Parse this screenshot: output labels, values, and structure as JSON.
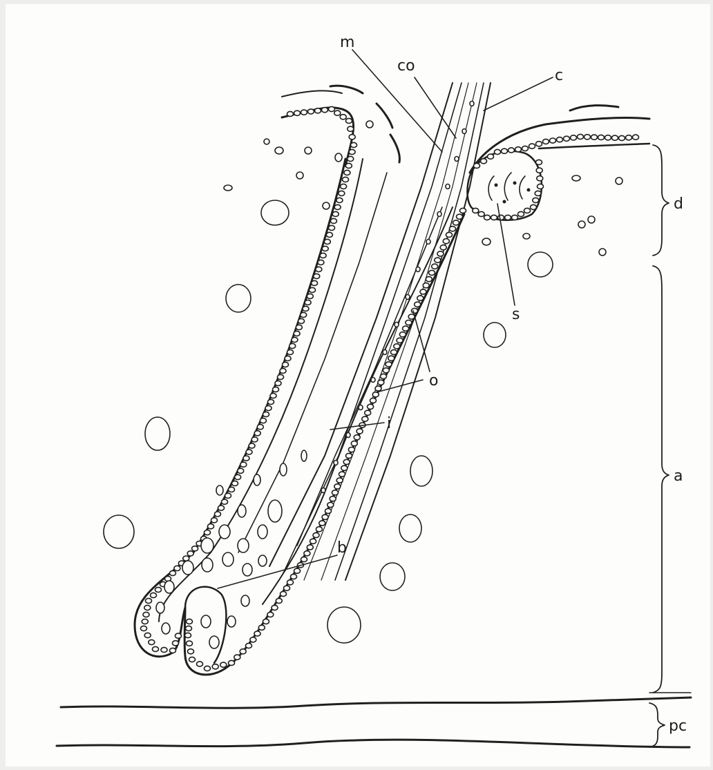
{
  "figure": {
    "labels": {
      "m": "m",
      "co": "co",
      "c": "c",
      "s": "s",
      "o": "o",
      "i": "i",
      "b": "b",
      "d": "d",
      "a": "a",
      "pc": "pc"
    }
  }
}
